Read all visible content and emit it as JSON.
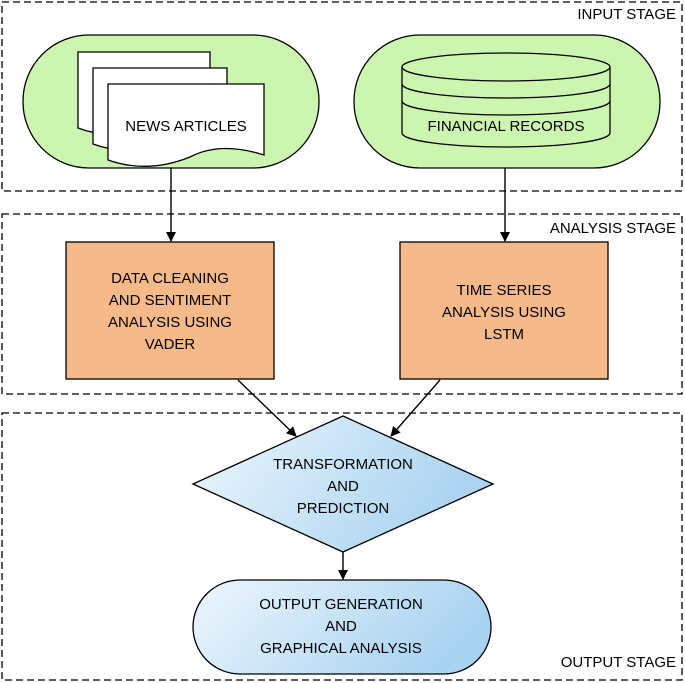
{
  "stages": {
    "input": "INPUT STAGE",
    "analysis": "ANALYSIS STAGE",
    "output": "OUTPUT STAGE"
  },
  "nodes": {
    "news": [
      "NEWS ARTICLES"
    ],
    "financial": [
      "FINANCIAL RECORDS"
    ],
    "cleaning": [
      "DATA CLEANING",
      "AND SENTIMENT",
      "ANALYSIS USING",
      "VADER"
    ],
    "timeseries": [
      "TIME SERIES",
      "ANALYSIS USING",
      "LSTM"
    ],
    "transform": [
      "TRANSFORMATION",
      "AND",
      "PREDICTION"
    ],
    "output": [
      "OUTPUT GENERATION",
      "AND",
      "GRAPHICAL ANALYSIS"
    ]
  },
  "colors": {
    "input_fill": "#ccf5b0",
    "process_fill": "#f6b98a",
    "decision_light": "#eef7fd",
    "decision_dark": "#a9d3f1",
    "line": "#000000"
  }
}
